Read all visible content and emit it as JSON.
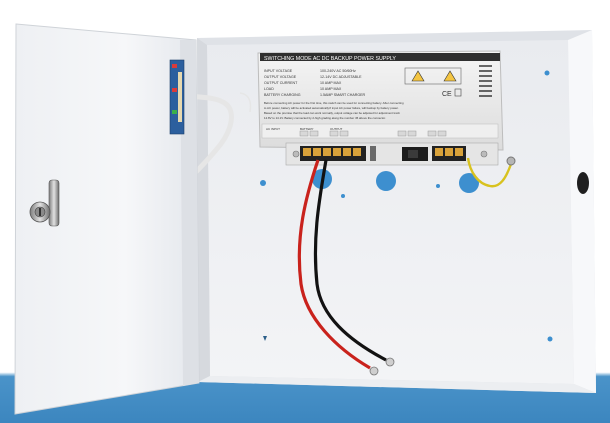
{
  "image": {
    "background_color": "#3c86bf",
    "cabinet_color": "#f2f3f5"
  },
  "psu_label": {
    "title": "SWITCHING MODE AC DC BACKUP POWER SUPPLY",
    "specs": [
      {
        "key": "INPUT VOLTAGE",
        "value": "100-240V AC 50/60Hz"
      },
      {
        "key": "OUTPUT VOLTAGE",
        "value": "12-14V DC ADJUSTABLE"
      },
      {
        "key": "OUTPUT CURRENT",
        "value": "10 AMP MAX"
      },
      {
        "key": "LOAD",
        "value": "10 AMP MAX"
      },
      {
        "key": "BATTERY CHARGING",
        "value": "1.5AMP SMART CHARGER"
      }
    ],
    "note_lines": [
      "Before connecting AC power for the first time, this switch can be used for connecting battery. After connecting",
      "to AC power, battery will be activated automatically.If input AC power failure, will backup by battery power.",
      "Based on the premise that the load can work normally, output voltage can be adjusted for adjustment knob",
      "12.8V to 14.1V. Battery connected by 2-high grading along the number 45 above the connector."
    ],
    "terminal_labels": [
      "AC INPUT",
      "BATTERY",
      "OUTPUT"
    ]
  }
}
